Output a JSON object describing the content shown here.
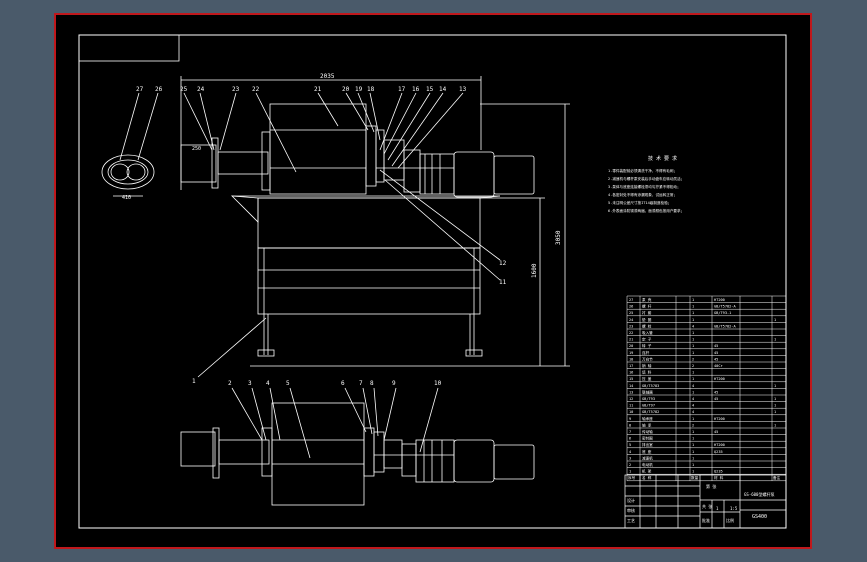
{
  "window": {
    "background": "#4a5a6a",
    "sheet_color": "#000000",
    "frame_color": "#c0181c",
    "line_color": "#ffffff"
  },
  "dimensions": {
    "width_top": "2035",
    "height_right": "3050",
    "height_inner": "1600",
    "small_d": "250",
    "section": "410"
  },
  "balloons_top": [
    "27",
    "26",
    "25",
    "24",
    "23",
    "22",
    "21",
    "20",
    "19",
    "18",
    "17",
    "16",
    "15",
    "14",
    "13"
  ],
  "balloons_side": [
    "12",
    "11"
  ],
  "balloon_left": "1",
  "balloons_bottom": [
    "2",
    "3",
    "4",
    "5",
    "6",
    "7",
    "8",
    "9",
    "10"
  ],
  "notes": {
    "title": "技 术 要 求",
    "lines": [
      "1.零件装配前必须清洗干净，不得有毛刺；",
      "2.减速机与螺杆泵安装后手动盘车应转动灵活；",
      "3.泵体与底座连接螺栓须均匀拧紧不得松动；",
      "4.各密封处不得有渗漏现象，试运转正常；",
      "5.未注明公差尺寸按IT14级制造检验；",
      "6.外表面涂防锈漆两遍，面漆颜色按用户要求；"
    ]
  },
  "bom": {
    "rows": [
      {
        "no": "27",
        "name": "泵 壳",
        "qty": "1",
        "mat": "HT200",
        "note": ""
      },
      {
        "no": "26",
        "name": "螺 杆",
        "qty": "1",
        "mat": "GB/T5782-A",
        "note": ""
      },
      {
        "no": "25",
        "name": "衬 套",
        "qty": "1",
        "mat": "GB/T93-1",
        "note": ""
      },
      {
        "no": "24",
        "name": "垫 圈",
        "qty": "1",
        "mat": "",
        "note": "1"
      },
      {
        "no": "23",
        "name": "螺 栓",
        "qty": "4",
        "mat": "GB/T5782-A",
        "note": ""
      },
      {
        "no": "22",
        "name": "吸入管",
        "qty": "1",
        "mat": "",
        "note": ""
      },
      {
        "no": "21",
        "name": "定 子",
        "qty": "1",
        "mat": "",
        "note": "1"
      },
      {
        "no": "20",
        "name": "转 子",
        "qty": "1",
        "mat": "45",
        "note": ""
      },
      {
        "no": "19",
        "name": "连杆",
        "qty": "1",
        "mat": "45",
        "note": ""
      },
      {
        "no": "18",
        "name": "万向节",
        "qty": "2",
        "mat": "45",
        "note": ""
      },
      {
        "no": "17",
        "name": "销 轴",
        "qty": "2",
        "mat": "40Cr",
        "note": ""
      },
      {
        "no": "16",
        "name": "填 料",
        "qty": "1",
        "mat": "",
        "note": ""
      },
      {
        "no": "15",
        "name": "压 盖",
        "qty": "1",
        "mat": "HT200",
        "note": ""
      },
      {
        "no": "14",
        "name": "GB/T5783",
        "qty": "4",
        "mat": "",
        "note": "1"
      },
      {
        "no": "13",
        "name": "联轴器",
        "qty": "1",
        "mat": "45",
        "note": ""
      },
      {
        "no": "12",
        "name": "GB/T93",
        "qty": "4",
        "mat": "45",
        "note": "1"
      },
      {
        "no": "11",
        "name": "GB/T97",
        "qty": "4",
        "mat": "",
        "note": "1"
      },
      {
        "no": "10",
        "name": "GB/T5782",
        "qty": "4",
        "mat": "",
        "note": "1"
      },
      {
        "no": "9",
        "name": "轴承座",
        "qty": "1",
        "mat": "HT200",
        "note": ""
      },
      {
        "no": "8",
        "name": "轴 承",
        "qty": "2",
        "mat": "",
        "note": "1"
      },
      {
        "no": "7",
        "name": "传动轴",
        "qty": "1",
        "mat": "45",
        "note": ""
      },
      {
        "no": "6",
        "name": "密封圈",
        "qty": "1",
        "mat": "",
        "note": ""
      },
      {
        "no": "5",
        "name": "排出室",
        "qty": "1",
        "mat": "HT200",
        "note": ""
      },
      {
        "no": "4",
        "name": "底 座",
        "qty": "1",
        "mat": "Q235",
        "note": ""
      },
      {
        "no": "3",
        "name": "减速机",
        "qty": "1",
        "mat": "",
        "note": ""
      },
      {
        "no": "2",
        "name": "电动机",
        "qty": "1",
        "mat": "",
        "note": ""
      },
      {
        "no": "1",
        "name": "机 架",
        "qty": "1",
        "mat": "Q235",
        "note": ""
      }
    ],
    "header": {
      "no": "序号",
      "name": "名 称",
      "qty": "数量",
      "mat": "材 料",
      "note": "备注"
    }
  },
  "title_block": {
    "drawing_name": "GS-600型螺杆泵",
    "drawing_code": "GS400",
    "scale": "1:5",
    "sheet": "1",
    "labels": [
      "设计",
      "审核",
      "工艺",
      "批准",
      "比例",
      "共 张",
      "第 张"
    ]
  }
}
